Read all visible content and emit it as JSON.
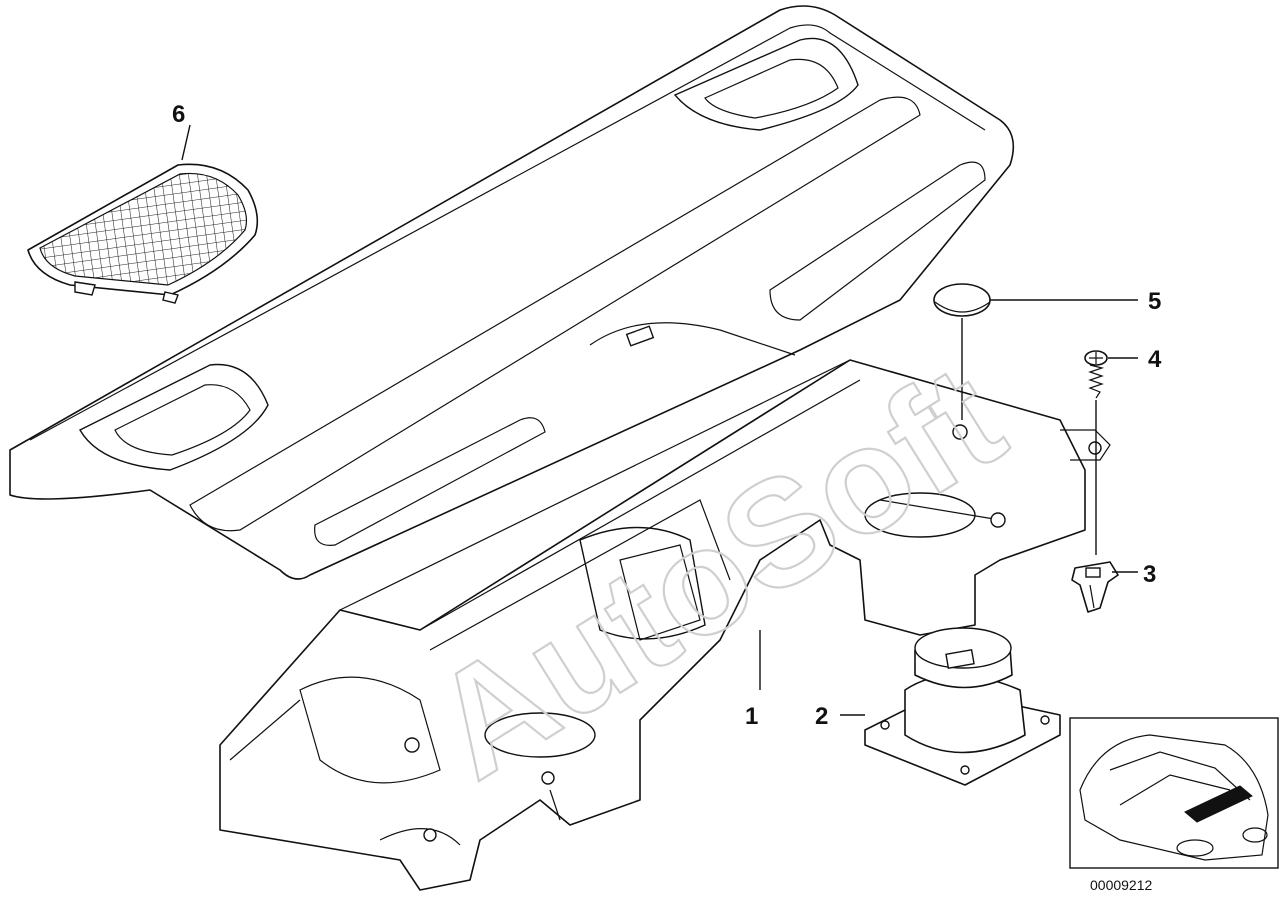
{
  "callouts": {
    "c1": "1",
    "c2": "2",
    "c3": "3",
    "c4": "4",
    "c5": "5",
    "c6": "6"
  },
  "reference_code": "00009212",
  "watermark": "AutoSoft"
}
